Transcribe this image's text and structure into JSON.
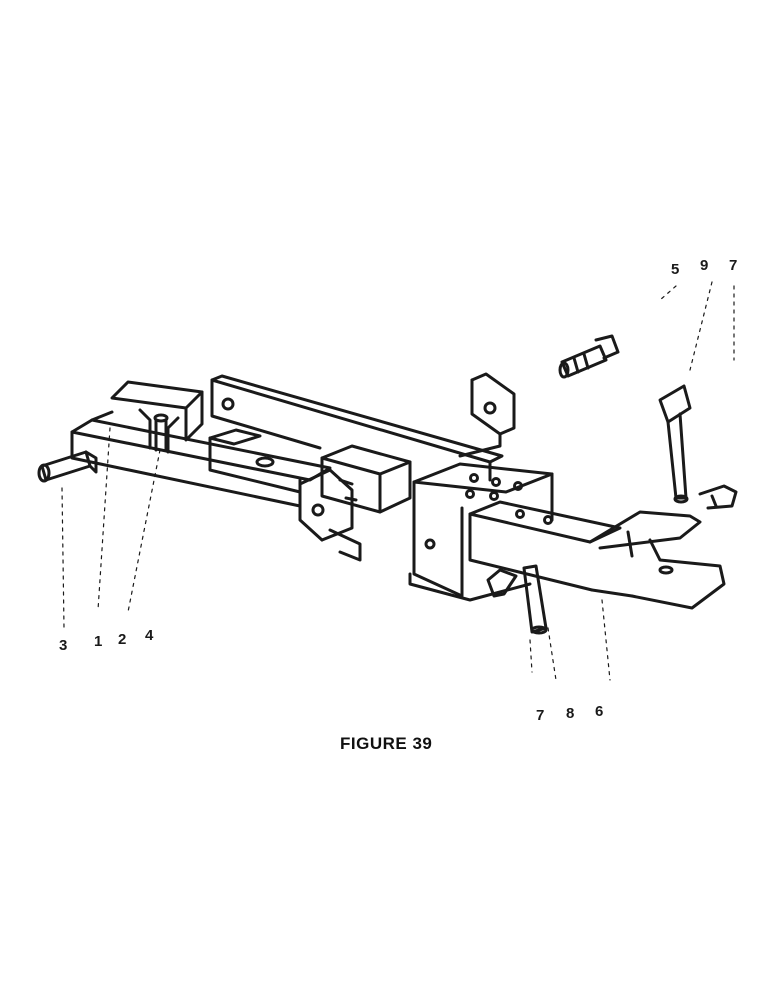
{
  "figure": {
    "caption": "FIGURE 39"
  },
  "callouts": {
    "c5": "5",
    "c9": "9",
    "c7_top": "7",
    "c3": "3",
    "c1": "1",
    "c2": "2",
    "c4": "4",
    "c7_bottom": "7",
    "c8": "8",
    "c6": "6"
  },
  "colors": {
    "ink": "#1a1a1a",
    "paper": "#ffffff"
  }
}
